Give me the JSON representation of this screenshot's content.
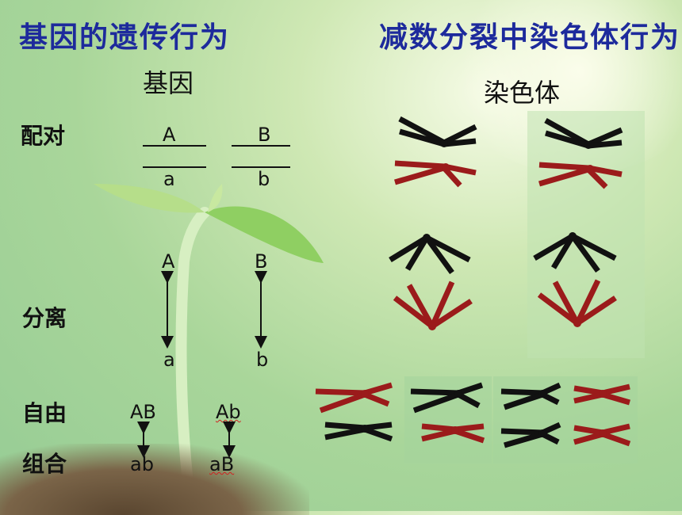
{
  "titles": {
    "left": "基因的遗传行为",
    "right": "减数分裂中染色体行为"
  },
  "gene_header": "基因",
  "chromosome_header": "染色体",
  "rows": {
    "pairing": "配对",
    "separation": "分离",
    "free": "自由",
    "combination": "组合"
  },
  "pairing": {
    "left_top": "A",
    "left_bottom": "a",
    "right_top": "B",
    "right_bottom": "b"
  },
  "separation": {
    "left_top": "A",
    "left_bottom": "a",
    "right_top": "B",
    "right_bottom": "b"
  },
  "combination": {
    "left_top": "AB",
    "left_bottom": "ab",
    "right_top": "Ab",
    "right_bottom": "aB"
  },
  "colors": {
    "title": "#1d2a9c",
    "chrom_black": "#111111",
    "chrom_red": "#9b1b1b"
  }
}
